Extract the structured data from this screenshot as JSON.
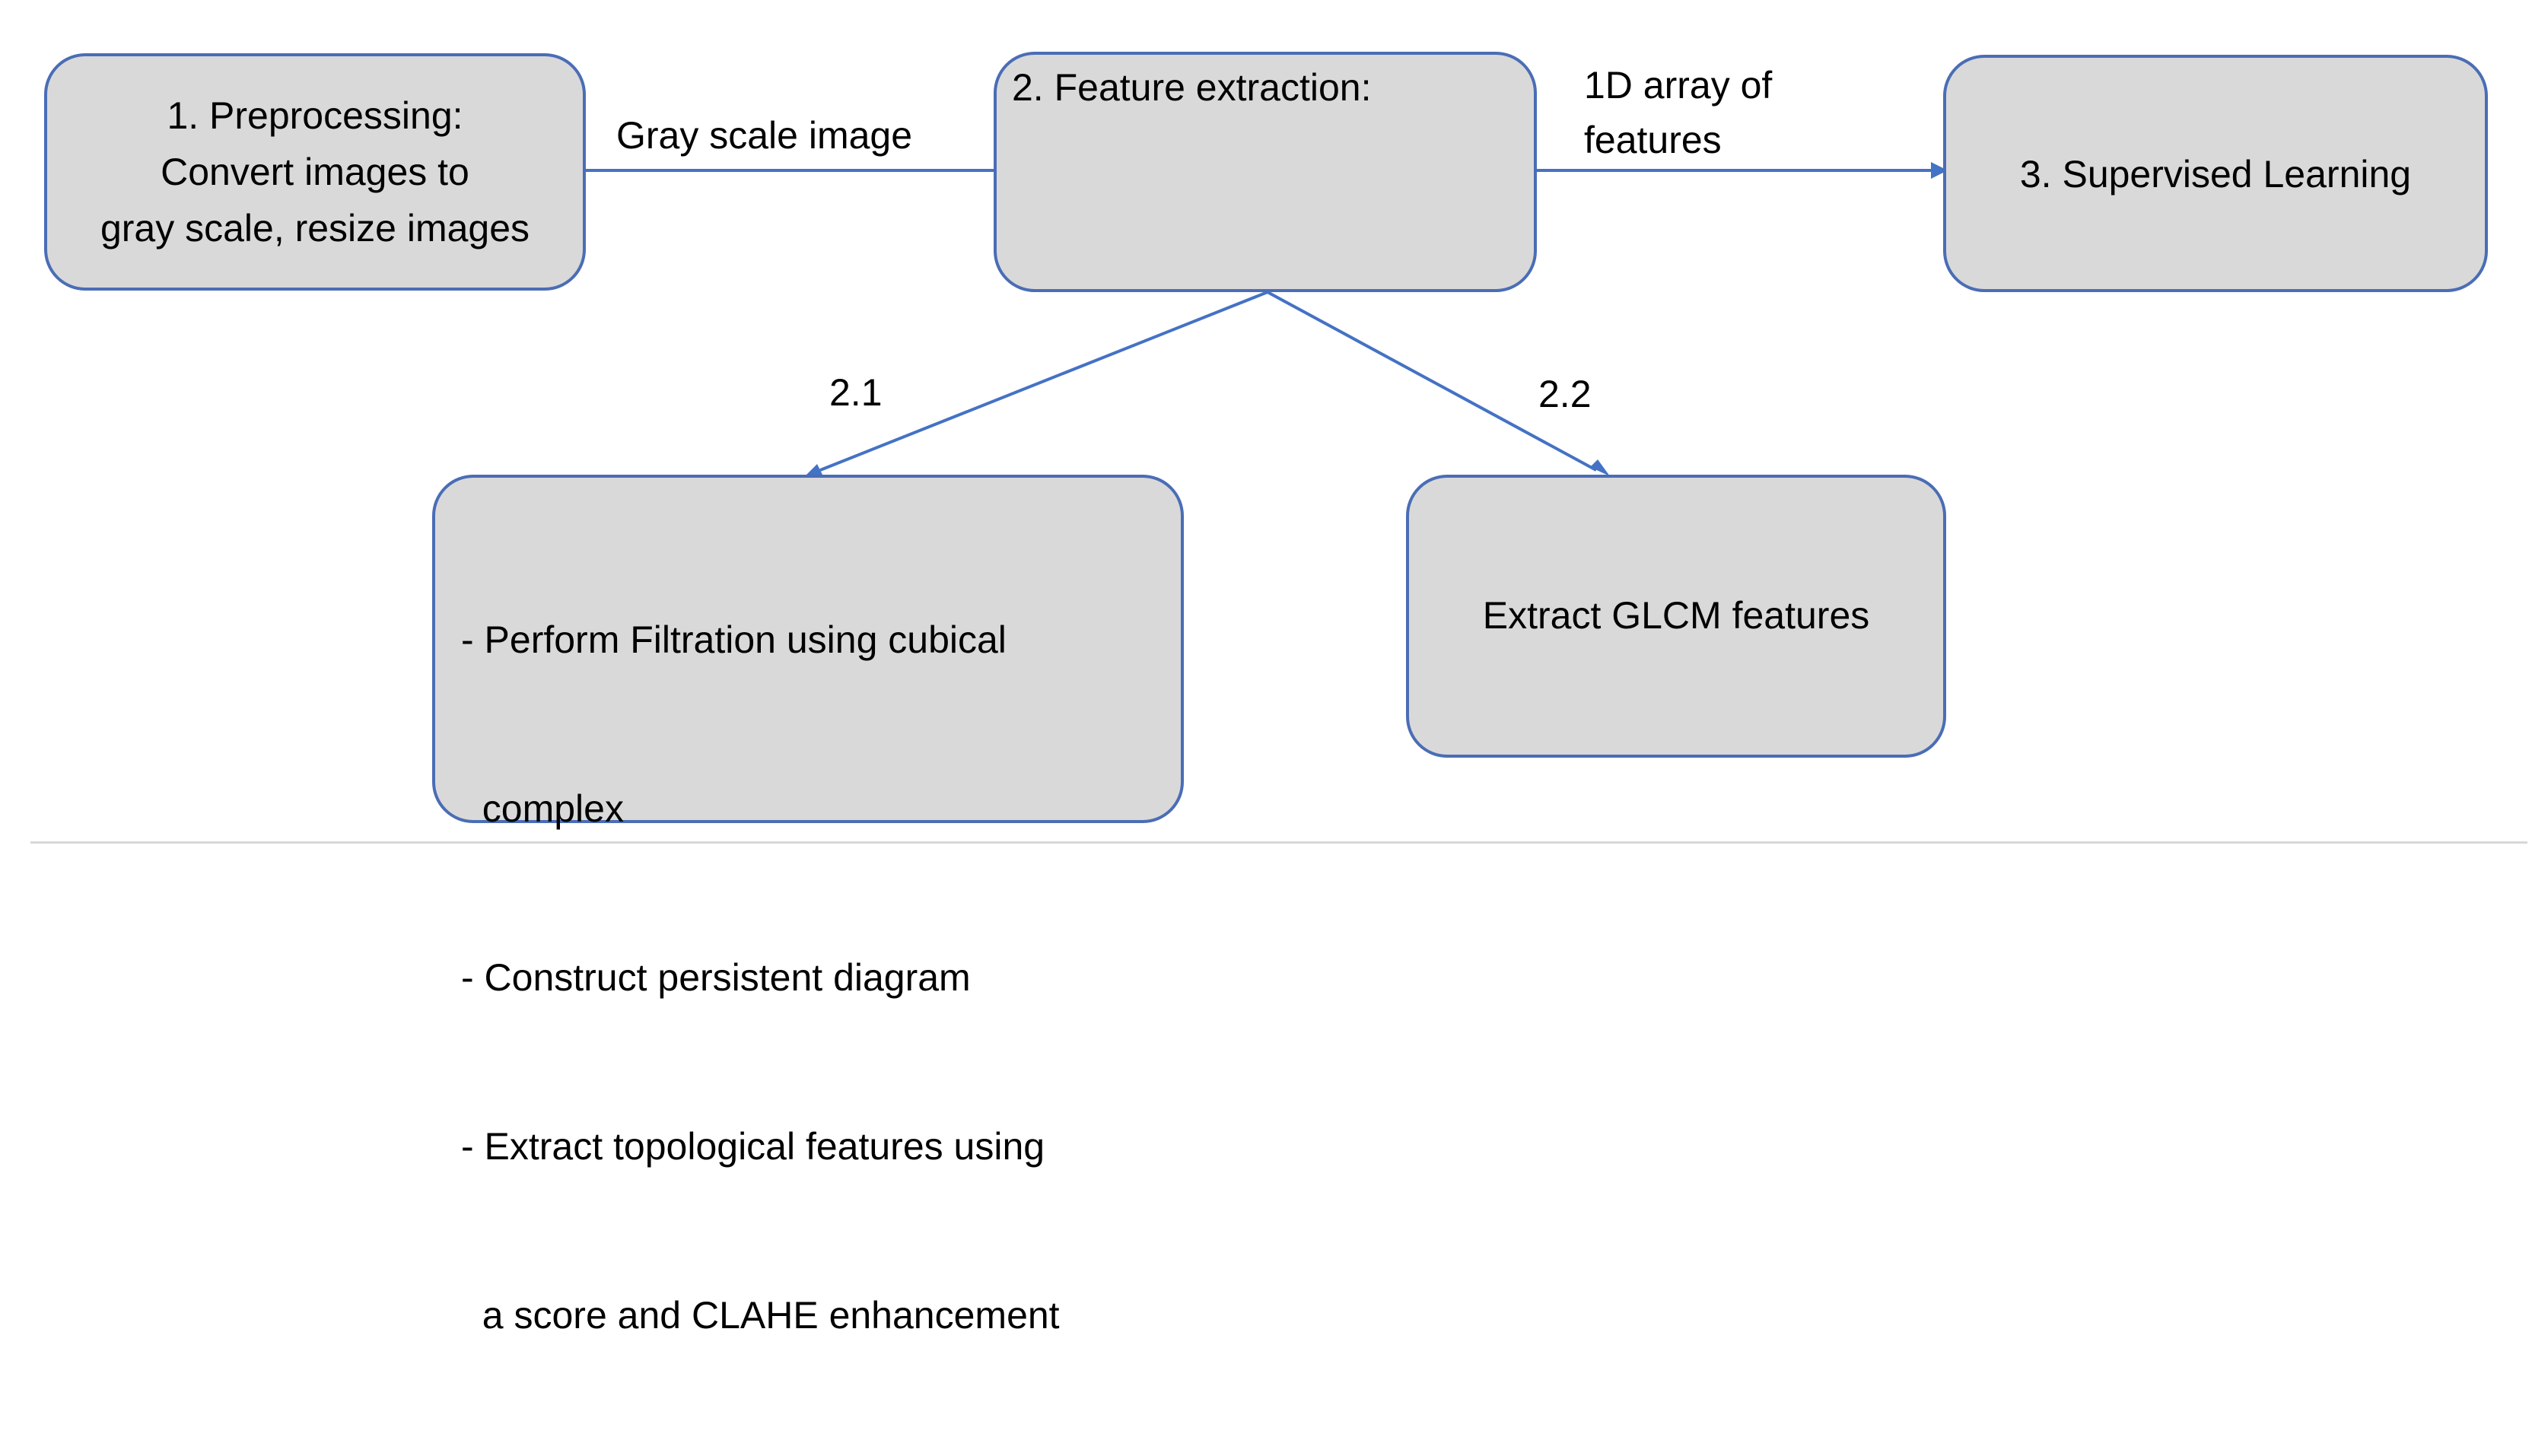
{
  "colors": {
    "box_fill": "#d9d9d9",
    "box_border": "#4a6db5",
    "connector": "#4472c4",
    "text": "#000000",
    "divider": "#d8d8d8"
  },
  "nodes": {
    "preprocessing": {
      "lines": [
        "1.   Preprocessing:",
        "Convert images to",
        "gray scale, resize images"
      ]
    },
    "feature_extraction": {
      "title": "2. Feature extraction:"
    },
    "supervised_learning": {
      "title": "3. Supervised Learning"
    },
    "topological": {
      "lines": [
        "- Perform Filtration using cubical",
        "  complex",
        "- Construct persistent diagram",
        "- Extract topological features using",
        "  a score and CLAHE enhancement"
      ]
    },
    "glcm": {
      "title": "Extract GLCM features"
    }
  },
  "edges": {
    "preprocessing_to_feature": {
      "label": "Gray scale image"
    },
    "feature_to_supervised": {
      "label_lines": [
        "1D array of",
        "features"
      ]
    },
    "feature_to_topological": {
      "label": "2.1"
    },
    "feature_to_glcm": {
      "label": "2.2"
    }
  }
}
